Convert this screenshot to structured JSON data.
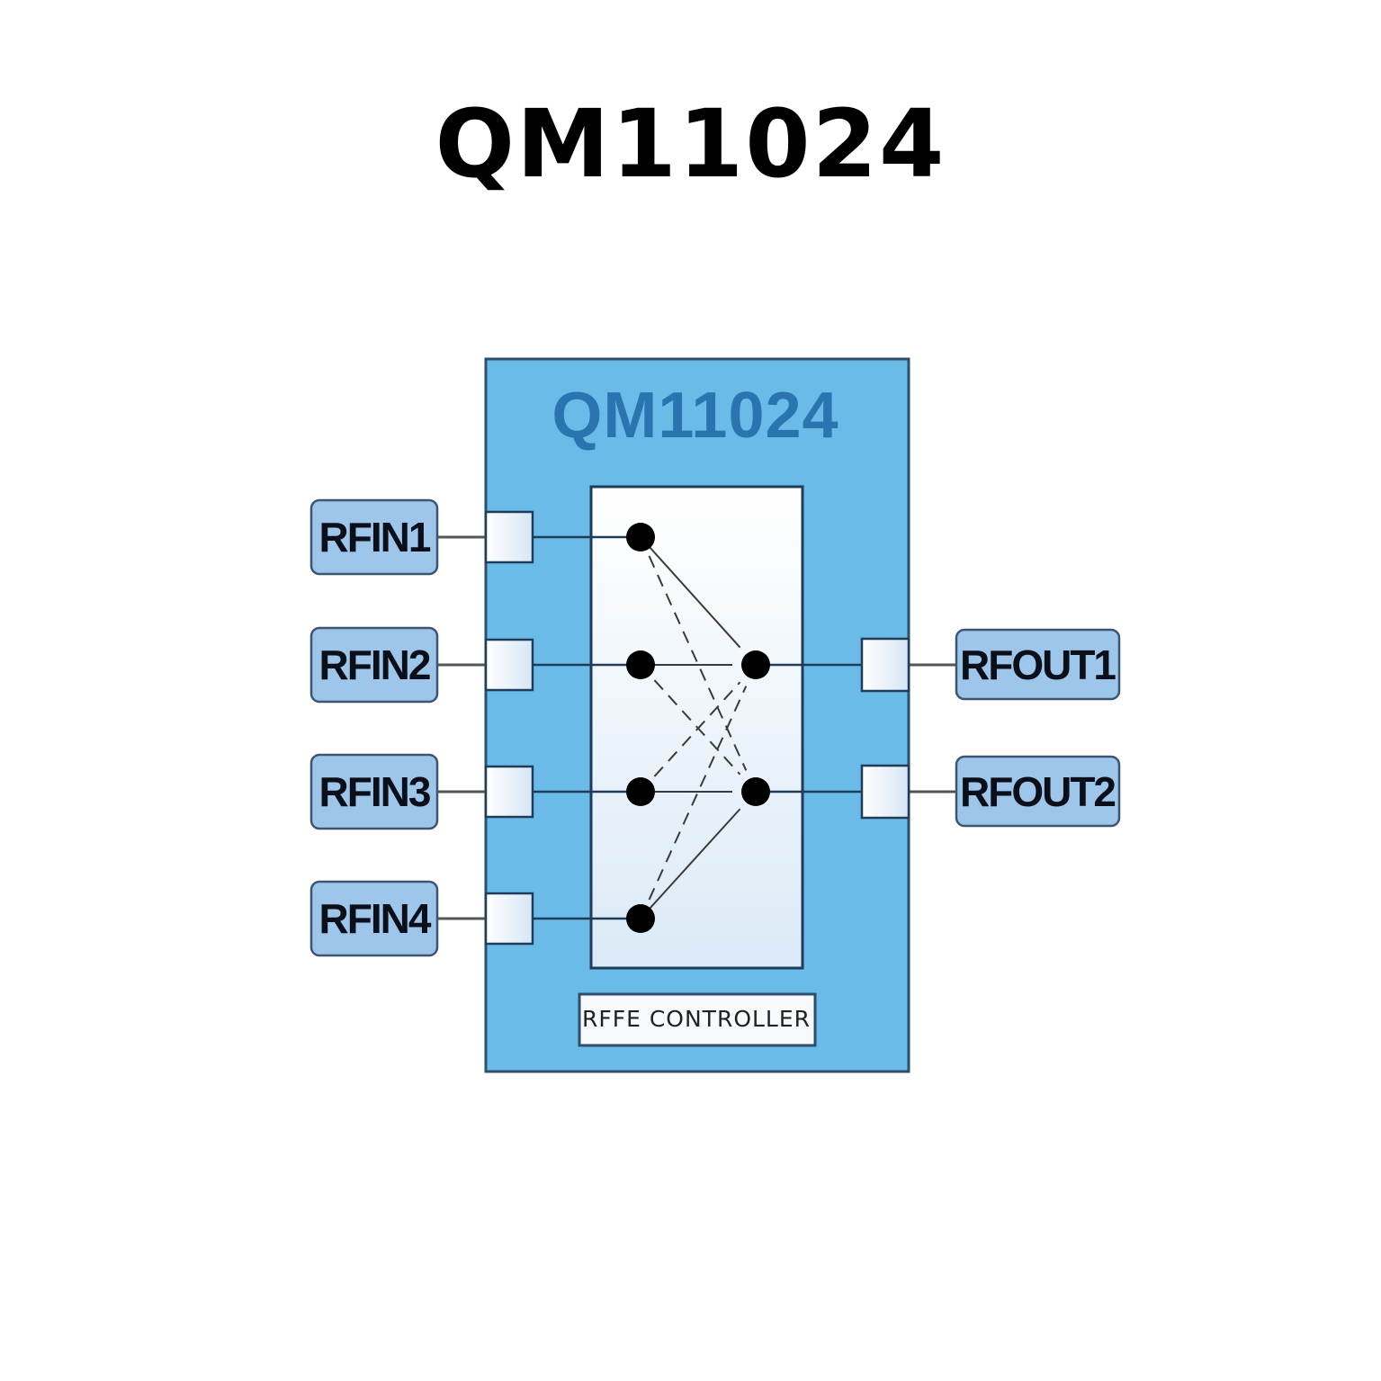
{
  "title": "QM11024",
  "chip": {
    "label": "QM11024",
    "controller_label": "RFFE CONTROLLER",
    "colors": {
      "body": "#6abbe8",
      "label": "#2a75b0",
      "pin_box": "#9ec6ea",
      "switch_panel": "#eef5fb"
    }
  },
  "inputs": [
    {
      "id": "RFIN1",
      "label": "RFIN1"
    },
    {
      "id": "RFIN2",
      "label": "RFIN2"
    },
    {
      "id": "RFIN3",
      "label": "RFIN3"
    },
    {
      "id": "RFIN4",
      "label": "RFIN4"
    }
  ],
  "outputs": [
    {
      "id": "RFOUT1",
      "label": "RFOUT1"
    },
    {
      "id": "RFOUT2",
      "label": "RFOUT2"
    }
  ],
  "switch_paths": [
    {
      "from": "RFIN1",
      "to": "RFOUT1",
      "style": "solid"
    },
    {
      "from": "RFIN1",
      "to": "RFOUT2",
      "style": "dashed"
    },
    {
      "from": "RFIN2",
      "to": "RFOUT1",
      "style": "solid"
    },
    {
      "from": "RFIN2",
      "to": "RFOUT2",
      "style": "dashed"
    },
    {
      "from": "RFIN3",
      "to": "RFOUT1",
      "style": "dashed"
    },
    {
      "from": "RFIN3",
      "to": "RFOUT2",
      "style": "solid"
    },
    {
      "from": "RFIN4",
      "to": "RFOUT1",
      "style": "dashed"
    },
    {
      "from": "RFIN4",
      "to": "RFOUT2",
      "style": "solid"
    }
  ]
}
